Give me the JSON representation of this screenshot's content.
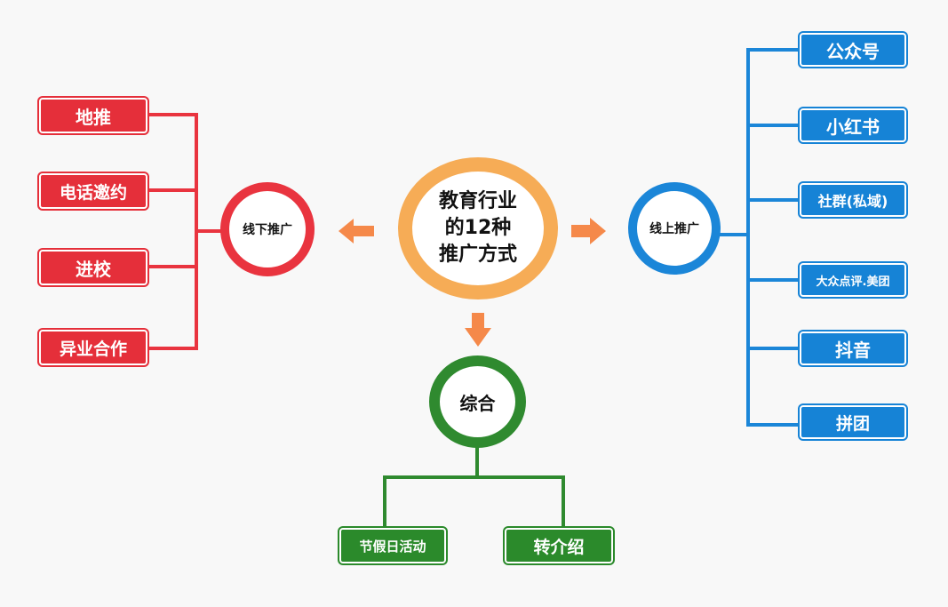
{
  "center": {
    "lines": [
      "教育行业",
      "的12种",
      "推广方式"
    ]
  },
  "offline": {
    "title": "线下推广",
    "items": [
      "地推",
      "电话邀约",
      "进校",
      "异业合作"
    ]
  },
  "online": {
    "title": "线上推广",
    "items": [
      "公众号",
      "小红书",
      "社群(私域)",
      "大众点评.美团",
      "抖音",
      "拼团"
    ]
  },
  "mixed": {
    "title": "综合",
    "items": [
      "节假日活动",
      "转介绍"
    ]
  },
  "colors": {
    "center": "#f6ac56",
    "arrow": "#f5894a",
    "offline": "#e52f3a",
    "online": "#1683d6",
    "mixed": "#2b8a2b"
  }
}
